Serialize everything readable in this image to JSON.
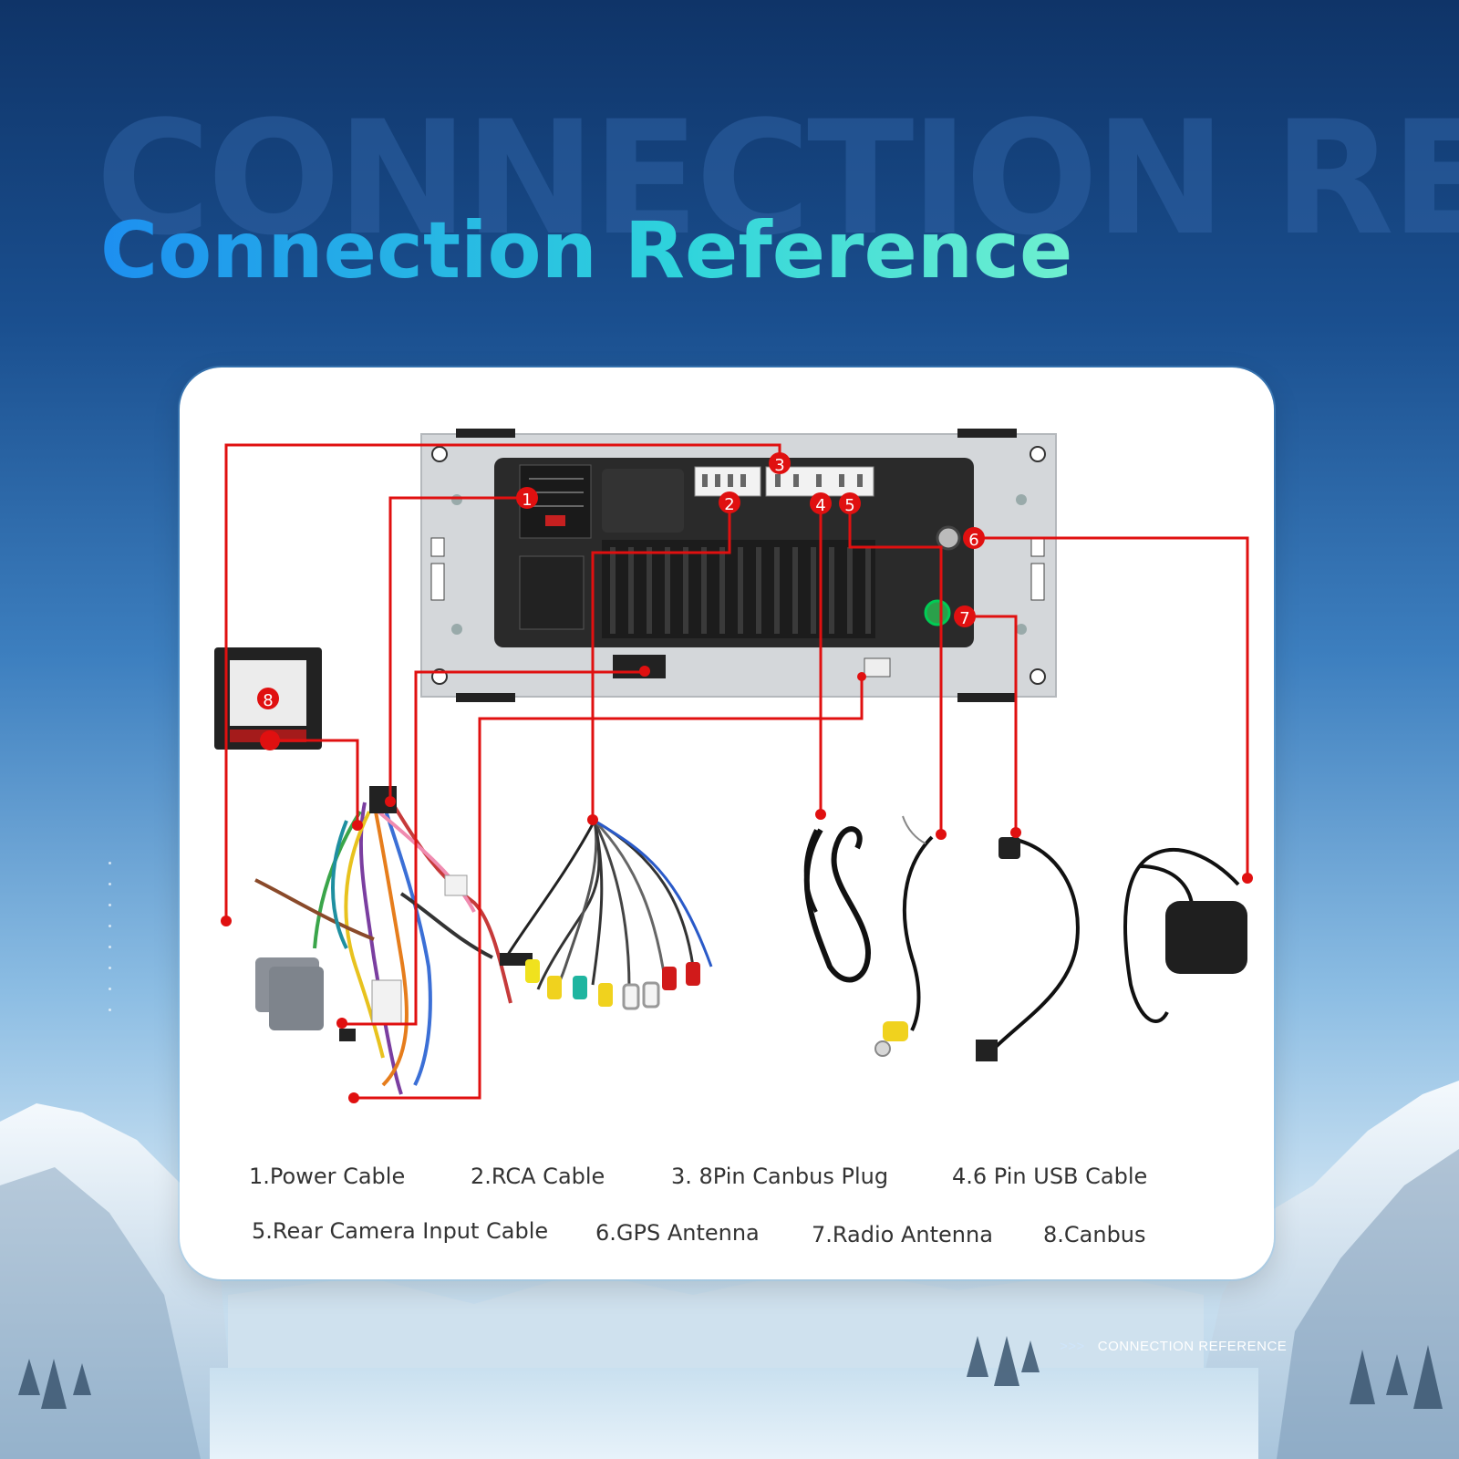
{
  "background_title": "CONNECTION REFERENCE",
  "title": "Connection Reference",
  "footer": {
    "arrows": ">>>",
    "text": "CONNECTION REFERENCE"
  },
  "markers": [
    {
      "id": "1"
    },
    {
      "id": "2"
    },
    {
      "id": "3"
    },
    {
      "id": "4"
    },
    {
      "id": "5"
    },
    {
      "id": "6"
    },
    {
      "id": "7"
    },
    {
      "id": "8"
    }
  ],
  "legend": [
    "1.Power Cable",
    "2.RCA Cable",
    "3. 8Pin Canbus Plug",
    "4.6 Pin USB Cable",
    "5.Rear Camera Input Cable",
    "6.GPS Antenna",
    "7.Radio Antenna",
    "8.Canbus"
  ],
  "colors": {
    "accent": "#e01010",
    "title_start": "#1d8ff0",
    "title_end": "#6ff0cf"
  }
}
